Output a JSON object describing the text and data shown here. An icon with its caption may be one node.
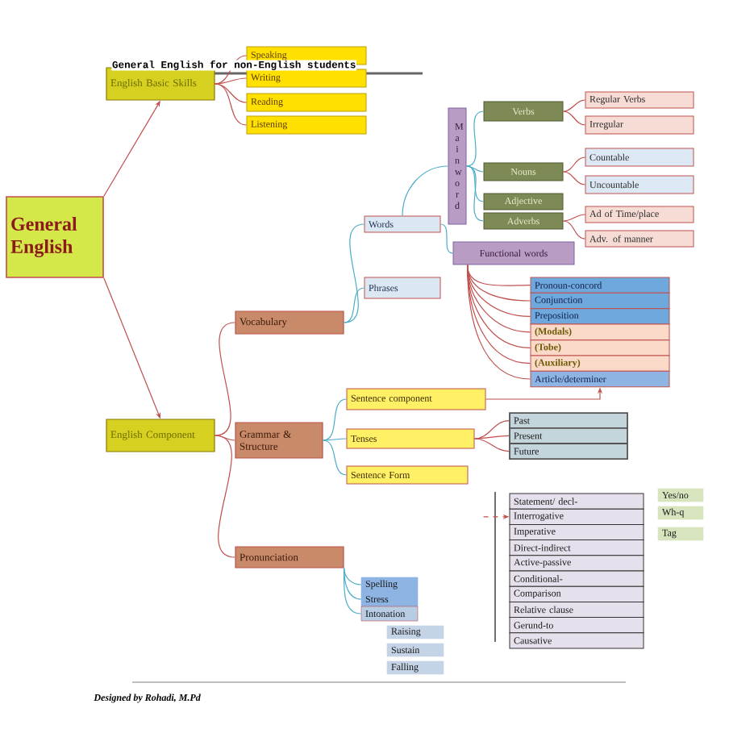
{
  "diagram": {
    "title": "General English for non-English students",
    "nodes": [
      {
        "text": [
          "General English"
        ]
      },
      {
        "text": [
          "English Basic Skills"
        ]
      },
      {
        "text": [
          "Speaking"
        ]
      },
      {
        "text": [
          "Writing"
        ]
      },
      {
        "text": [
          "Reading"
        ]
      },
      {
        "text": [
          "Listening"
        ]
      },
      {
        "text": [
          "English Component"
        ]
      },
      {
        "text": [
          "Vocabulary"
        ]
      },
      {
        "text": [
          "Grammar & Structure"
        ]
      },
      {
        "text": [
          "Pronunciation"
        ]
      },
      {
        "text": [
          "Words"
        ]
      },
      {
        "text": [
          "Phrases"
        ]
      },
      {
        "text": [
          "M a i n w o r d"
        ]
      },
      {
        "text": [
          "Verbs"
        ]
      },
      {
        "text": [
          "Nouns"
        ]
      },
      {
        "text": [
          "Adjective"
        ]
      },
      {
        "text": [
          "Adverbs"
        ]
      },
      {
        "text": [
          "Regular Verbs"
        ]
      },
      {
        "text": [
          "Irregular"
        ]
      },
      {
        "text": [
          "Countable"
        ]
      },
      {
        "text": [
          "Uncountable"
        ]
      },
      {
        "text": [
          "Ad of Time/place"
        ]
      },
      {
        "text": [
          "Adv. of manner"
        ]
      },
      {
        "text": [
          "Functional words"
        ]
      },
      {
        "text": [
          "Pronoun-concord"
        ]
      },
      {
        "text": [
          "Conjunction"
        ]
      },
      {
        "text": [
          "Preposition"
        ]
      },
      {
        "text": [
          "(Modals)"
        ]
      },
      {
        "text": [
          "(Tobe)"
        ]
      },
      {
        "text": [
          "(Auxiliary)"
        ]
      },
      {
        "text": [
          "Article/determiner"
        ]
      },
      {
        "text": [
          "Sentence component"
        ]
      },
      {
        "text": [
          "Tenses"
        ]
      },
      {
        "text": [
          "Past"
        ]
      },
      {
        "text": [
          "Present"
        ]
      },
      {
        "text": [
          "Future"
        ]
      },
      {
        "text": [
          "Sentence Form"
        ]
      },
      {
        "text": [
          "Statement/ decl-"
        ]
      },
      {
        "text": [
          "Interrogative"
        ]
      },
      {
        "text": [
          "Imperative"
        ]
      },
      {
        "text": [
          "Direct-indirect"
        ]
      },
      {
        "text": [
          "Active-passive"
        ]
      },
      {
        "text": [
          "Conditional-"
        ]
      },
      {
        "text": [
          "Comparison"
        ]
      },
      {
        "text": [
          "Relative clause"
        ]
      },
      {
        "text": [
          "Gerund-to"
        ]
      },
      {
        "text": [
          "Causative"
        ]
      },
      {
        "text": [
          "Yes/no"
        ]
      },
      {
        "text": [
          "Wh-q"
        ]
      },
      {
        "text": [
          "Tag"
        ]
      },
      {
        "text": [
          "Spelling"
        ]
      },
      {
        "text": [
          "Stress"
        ]
      },
      {
        "text": [
          "Intonation"
        ]
      },
      {
        "text": [
          "Raising"
        ]
      },
      {
        "text": [
          "Sustain"
        ]
      },
      {
        "text": [
          "Falling"
        ]
      }
    ],
    "edges": [
      {
        "from": 0,
        "to": 1,
        "arrow": "to"
      },
      {
        "from": 0,
        "to": 6,
        "arrow": "to"
      },
      {
        "from": 1,
        "to": 2,
        "arrow": "none"
      },
      {
        "from": 1,
        "to": 3,
        "arrow": "none"
      },
      {
        "from": 1,
        "to": 4,
        "arrow": "none"
      },
      {
        "from": 1,
        "to": 5,
        "arrow": "none"
      },
      {
        "from": 6,
        "to": 7,
        "arrow": "none"
      },
      {
        "from": 6,
        "to": 8,
        "arrow": "none"
      },
      {
        "from": 6,
        "to": 9,
        "arrow": "none"
      },
      {
        "from": 7,
        "to": 10,
        "arrow": "none",
        "color": "#4bacc6"
      },
      {
        "from": 7,
        "to": 11,
        "arrow": "none",
        "color": "#4bacc6"
      },
      {
        "from": 10,
        "to": 12,
        "arrow": "none",
        "color": "#4bacc6"
      },
      {
        "from": 10,
        "to": 23,
        "arrow": "none",
        "color": "#4bacc6"
      },
      {
        "from": 12,
        "to": 13,
        "arrow": "none",
        "color": "#4bacc6"
      },
      {
        "from": 12,
        "to": 14,
        "arrow": "none",
        "color": "#4bacc6"
      },
      {
        "from": 12,
        "to": 15,
        "arrow": "none",
        "color": "#4bacc6"
      },
      {
        "from": 12,
        "to": 16,
        "arrow": "none",
        "color": "#4bacc6"
      },
      {
        "from": 13,
        "to": 17,
        "arrow": "none"
      },
      {
        "from": 13,
        "to": 18,
        "arrow": "none"
      },
      {
        "from": 14,
        "to": 19,
        "arrow": "none"
      },
      {
        "from": 14,
        "to": 20,
        "arrow": "none"
      },
      {
        "from": 16,
        "to": 21,
        "arrow": "none"
      },
      {
        "from": 16,
        "to": 22,
        "arrow": "none"
      },
      {
        "from": 23,
        "to": 24,
        "arrow": "none"
      },
      {
        "from": 23,
        "to": 25,
        "arrow": "none"
      },
      {
        "from": 23,
        "to": 26,
        "arrow": "none"
      },
      {
        "from": 23,
        "to": 27,
        "arrow": "none"
      },
      {
        "from": 23,
        "to": 28,
        "arrow": "none"
      },
      {
        "from": 23,
        "to": 29,
        "arrow": "none"
      },
      {
        "from": 23,
        "to": 30,
        "arrow": "none"
      },
      {
        "from": 8,
        "to": 31,
        "arrow": "none",
        "color": "#4bacc6"
      },
      {
        "from": 8,
        "to": 32,
        "arrow": "none",
        "color": "#4bacc6"
      },
      {
        "from": 8,
        "to": 36,
        "arrow": "none",
        "color": "#4bacc6"
      },
      {
        "from": 31,
        "to": 30,
        "arrow": "to"
      },
      {
        "from": 32,
        "to": 33,
        "arrow": "none"
      },
      {
        "from": 32,
        "to": 34,
        "arrow": "none"
      },
      {
        "from": 32,
        "to": 35,
        "arrow": "none"
      },
      {
        "from": 9,
        "to": 50,
        "arrow": "none",
        "color": "#4bacc6"
      },
      {
        "from": 9,
        "to": 51,
        "arrow": "none",
        "color": "#4bacc6"
      },
      {
        "from": 9,
        "to": 52,
        "arrow": "none",
        "color": "#4bacc6"
      },
      {
        "from": null,
        "to": 38,
        "arrow": "to",
        "style": "dashed"
      }
    ],
    "labels": [
      "Designed by Rohadi, M.Pd"
    ]
  }
}
